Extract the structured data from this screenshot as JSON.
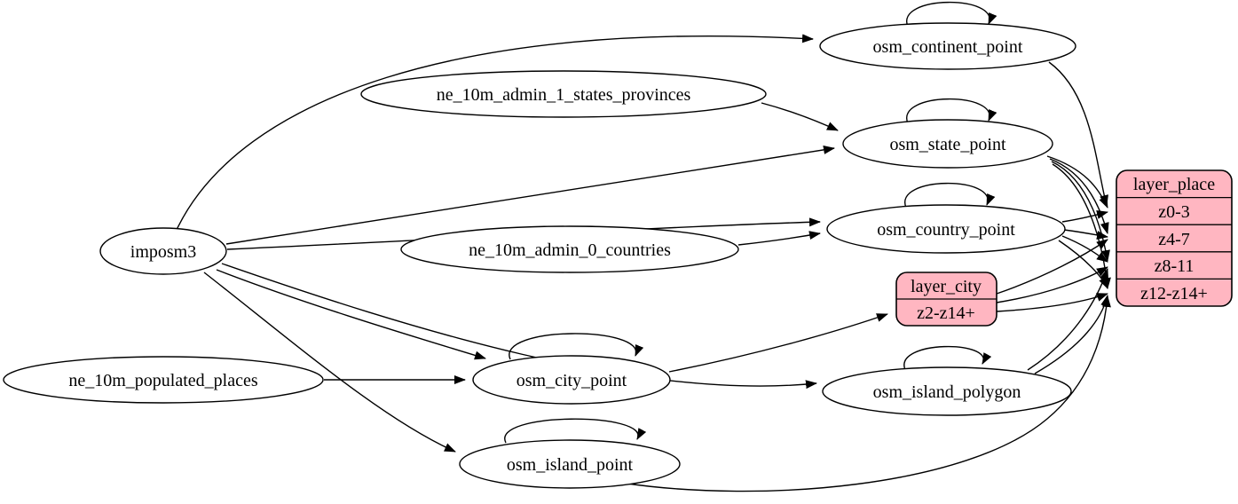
{
  "diagram": {
    "type": "etl-graph",
    "colors": {
      "record_fill": "#ffb6c1",
      "node_fill": "#ffffff",
      "stroke": "#000000"
    },
    "nodes": {
      "imposm3": {
        "label": "imposm3",
        "shape": "ellipse"
      },
      "ne_10m_admin_1_states_provinces": {
        "label": "ne_10m_admin_1_states_provinces",
        "shape": "ellipse"
      },
      "ne_10m_admin_0_countries": {
        "label": "ne_10m_admin_0_countries",
        "shape": "ellipse"
      },
      "ne_10m_populated_places": {
        "label": "ne_10m_populated_places",
        "shape": "ellipse"
      },
      "osm_continent_point": {
        "label": "osm_continent_point",
        "shape": "ellipse"
      },
      "osm_state_point": {
        "label": "osm_state_point",
        "shape": "ellipse"
      },
      "osm_country_point": {
        "label": "osm_country_point",
        "shape": "ellipse"
      },
      "osm_city_point": {
        "label": "osm_city_point",
        "shape": "ellipse"
      },
      "osm_island_polygon": {
        "label": "osm_island_polygon",
        "shape": "ellipse"
      },
      "osm_island_point": {
        "label": "osm_island_point",
        "shape": "ellipse"
      },
      "layer_place": {
        "title": "layer_place",
        "rows": [
          "z0-3",
          "z4-7",
          "z8-11",
          "z12-z14+"
        ],
        "shape": "record"
      },
      "layer_city": {
        "title": "layer_city",
        "rows": [
          "z2-z14+"
        ],
        "shape": "record"
      }
    },
    "edges": [
      {
        "from": "imposm3",
        "to": "osm_continent_point"
      },
      {
        "from": "imposm3",
        "to": "osm_state_point"
      },
      {
        "from": "imposm3",
        "to": "osm_country_point"
      },
      {
        "from": "imposm3",
        "to": "osm_city_point"
      },
      {
        "from": "imposm3",
        "to": "osm_island_polygon"
      },
      {
        "from": "imposm3",
        "to": "osm_island_point"
      },
      {
        "from": "ne_10m_admin_1_states_provinces",
        "to": "osm_state_point"
      },
      {
        "from": "ne_10m_admin_0_countries",
        "to": "osm_country_point"
      },
      {
        "from": "ne_10m_populated_places",
        "to": "osm_city_point"
      },
      {
        "from": "osm_continent_point",
        "to": "osm_continent_point",
        "self_loop": true
      },
      {
        "from": "osm_state_point",
        "to": "osm_state_point",
        "self_loop": true
      },
      {
        "from": "osm_country_point",
        "to": "osm_country_point",
        "self_loop": true
      },
      {
        "from": "osm_city_point",
        "to": "osm_city_point",
        "self_loop": true
      },
      {
        "from": "osm_island_polygon",
        "to": "osm_island_polygon",
        "self_loop": true
      },
      {
        "from": "osm_island_point",
        "to": "osm_island_point",
        "self_loop": true
      },
      {
        "from": "osm_continent_point",
        "to": "layer_place",
        "to_port": "z0-3"
      },
      {
        "from": "osm_state_point",
        "to": "layer_place",
        "to_port": "z0-3"
      },
      {
        "from": "osm_state_point",
        "to": "layer_place",
        "to_port": "z4-7"
      },
      {
        "from": "osm_state_point",
        "to": "layer_place",
        "to_port": "z8-11"
      },
      {
        "from": "osm_state_point",
        "to": "layer_place",
        "to_port": "z12-z14+"
      },
      {
        "from": "osm_country_point",
        "to": "layer_place",
        "to_port": "z0-3"
      },
      {
        "from": "osm_country_point",
        "to": "layer_place",
        "to_port": "z4-7"
      },
      {
        "from": "osm_country_point",
        "to": "layer_place",
        "to_port": "z8-11"
      },
      {
        "from": "osm_country_point",
        "to": "layer_place",
        "to_port": "z12-z14+"
      },
      {
        "from": "osm_city_point",
        "to": "layer_city",
        "to_port": "z2-z14+"
      },
      {
        "from": "layer_city",
        "to": "layer_place",
        "to_port": "z4-7"
      },
      {
        "from": "layer_city",
        "to": "layer_place",
        "to_port": "z8-11"
      },
      {
        "from": "layer_city",
        "to": "layer_place",
        "to_port": "z12-z14+"
      },
      {
        "from": "osm_island_polygon",
        "to": "layer_place",
        "to_port": "z8-11"
      },
      {
        "from": "osm_island_polygon",
        "to": "layer_place",
        "to_port": "z12-z14+"
      },
      {
        "from": "osm_island_point",
        "to": "layer_place",
        "to_port": "z12-z14+"
      }
    ]
  }
}
